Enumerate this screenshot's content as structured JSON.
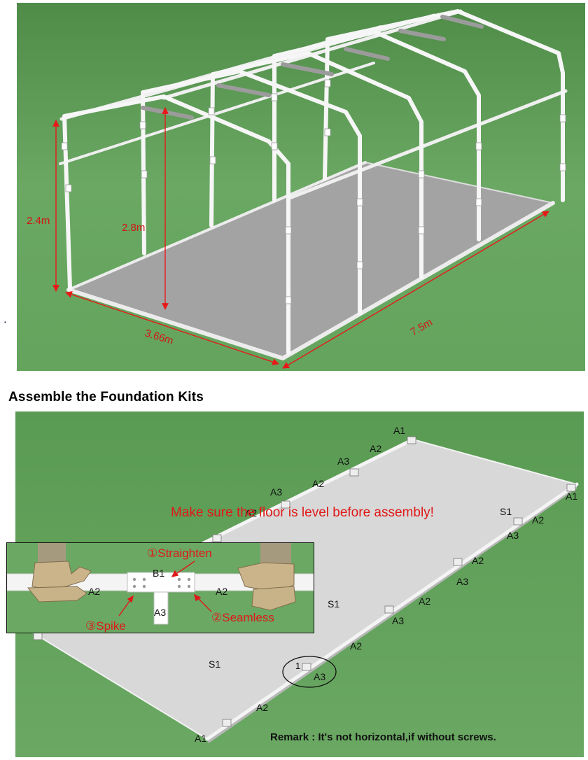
{
  "frame_diagram": {
    "dimensions": {
      "height_side": "2.4m",
      "height_peak": "2.8m",
      "width": "3.66m",
      "length": "7.5m"
    },
    "colors": {
      "background": "#6aa863",
      "floor": "#a3a3a3",
      "frame": "#f5f5f5",
      "dimension_lines": "#e81818"
    }
  },
  "section": {
    "heading": "Assemble the Foundation Kits"
  },
  "foundation_diagram": {
    "warning": "Make sure the floor is level before assembly!",
    "remark": "Remark : It's not horizontal,if without screws.",
    "part_labels": {
      "a1": "A1",
      "a2": "A2",
      "a3": "A3",
      "s1": "S1",
      "callout_number": "1"
    },
    "detail_inset": {
      "b1": "B1",
      "a2": "A2",
      "a3": "A3",
      "step_straighten": "①Straighten",
      "step_seamless": "②Seamless",
      "step_spike": "③Spike"
    },
    "colors": {
      "background": "#6aa863",
      "floor": "#d8d8d8",
      "warning_text": "#e01818",
      "step_text": "#e01818"
    }
  }
}
